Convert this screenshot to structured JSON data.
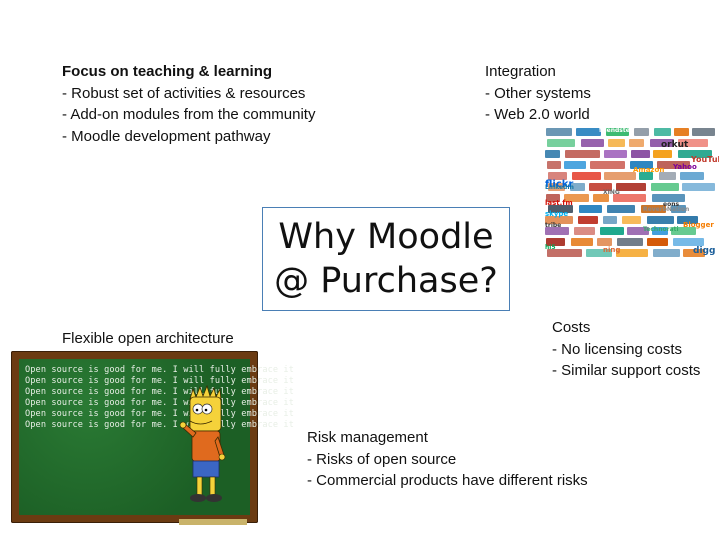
{
  "focus": {
    "heading": "Focus on teaching & learning",
    "items": [
      "- Robust set of activities & resources",
      "- Add-on modules from the community",
      "- Moodle development pathway"
    ]
  },
  "integration": {
    "heading": "Integration",
    "items": [
      "- Other systems",
      "- Web 2.0 world"
    ]
  },
  "title": {
    "line1": "Why Moodle",
    "line2": "@ Purchase?"
  },
  "flexible": {
    "heading": "Flexible open architecture"
  },
  "chalkboard": {
    "lines": [
      "Open source is good for me. I will fully embrace it",
      "Open source is good for me. I will fully embrace it",
      "Open source is good for me. I will fully embrace it",
      "Open source is good for me. I will fully embrace it",
      "Open source is good for me. I will fully embrace it",
      "Open source is good for me. I will fully embrace it"
    ]
  },
  "costs": {
    "heading": "Costs",
    "items": [
      "- No licensing costs",
      "- Similar support costs"
    ]
  },
  "risk": {
    "heading": "Risk management",
    "items": [
      "- Risks of open source",
      "- Commercial products have different risks"
    ]
  },
  "collage": {
    "logos": [
      "friendster",
      "orkut",
      "YouTube",
      "flickr",
      "LinkedIn",
      "last.fm",
      "Yahoo",
      "XING",
      "digg",
      "Blogger",
      "ning",
      "tribe",
      "ReverbNation",
      "hi5",
      "skype",
      "Technorati",
      "eons",
      "Amazon"
    ]
  }
}
